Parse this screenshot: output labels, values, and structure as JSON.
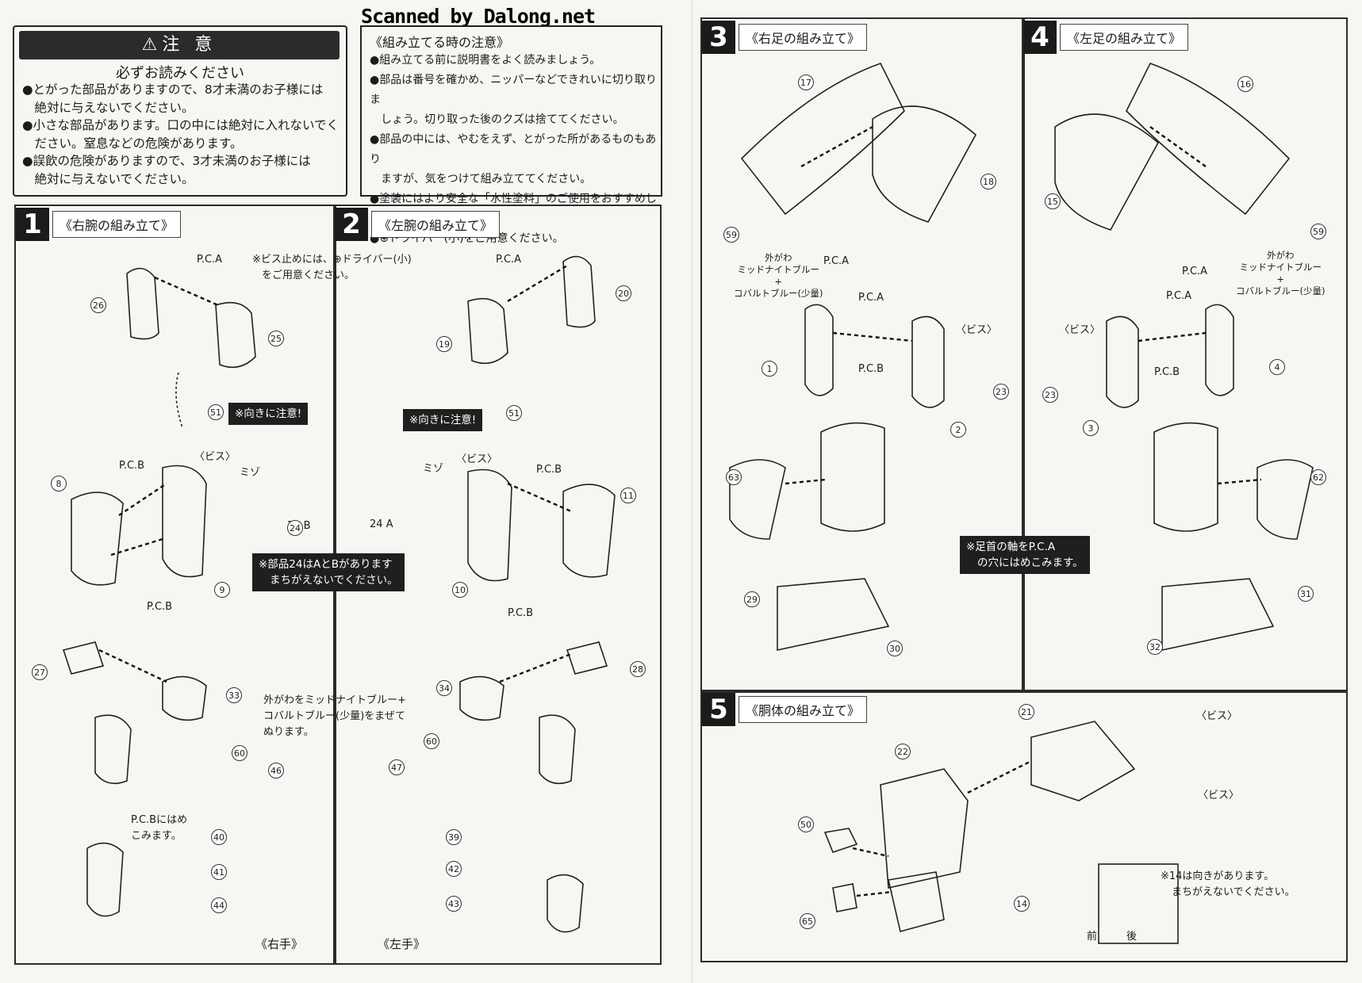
{
  "watermark": "Scanned by Dalong.net",
  "caution": {
    "header": "⚠注 意",
    "subheader": "必ずお読みください",
    "lines": [
      "●とがった部品がありますので、8才未満のお子様には",
      "　絶対に与えないでください。",
      "●小さな部品があります。口の中には絶対に入れないでく",
      "　ださい。窒息などの危険があります。",
      "●誤飲の危険がありますので、3才未満のお子様には",
      "　絶対に与えないでください。"
    ]
  },
  "assembly_note": {
    "title": "《組み立てる時の注意》",
    "lines": [
      "●組み立てる前に説明書をよく読みましょう。",
      "●部品は番号を確かめ、ニッパーなどできれいに切り取りま",
      "　しょう。切り取った後のクズは捨ててください。",
      "●部品の中には、やむをえず、とがった所があるものもあり",
      "　ますが、気をつけて組み立ててください。",
      "●塗装にはより安全な「水性塗料」のご使用をおすすめします。",
      "●⊕ドライバー(小)をご用意ください。"
    ]
  },
  "steps": [
    {
      "num": "1",
      "label": "《右腕の組み立て》"
    },
    {
      "num": "2",
      "label": "《左腕の組み立て》"
    },
    {
      "num": "3",
      "label": "《右足の組み立て》"
    },
    {
      "num": "4",
      "label": "《左足の組み立て》"
    },
    {
      "num": "5",
      "label": "《胴体の組み立て》"
    }
  ],
  "step1": {
    "screw_note": [
      "※ビス止めには、⊕ドライバー(小)",
      "をご用意ください。"
    ],
    "orientation_warn": "※向きに注意!",
    "part24_warn": [
      "※部品24はAとBがあります",
      "まちがえないでください。"
    ],
    "paint_note": [
      "外がわをミッドナイトブルー+",
      "コバルトブルー(少量)をまぜて",
      "ぬります。"
    ],
    "pcb_note": [
      "P.C.Bにはめ",
      "こみます。"
    ],
    "right_hand": "《右手》",
    "pc_a": "P.C.A",
    "pc_b": "P.C.B",
    "screw": "〈ビス〉",
    "groove": "ミゾ",
    "part_24b": "24 B"
  },
  "step2": {
    "orientation_warn": "※向きに注意!",
    "left_hand": "《左手》",
    "pc_a": "P.C.A",
    "pc_b": "P.C.B",
    "screw": "〈ビス〉",
    "groove": "ミゾ",
    "part_24a": "24 A"
  },
  "step3": {
    "pc_a": "P.C.A",
    "pc_b": "P.C.B",
    "screw": "〈ビス〉",
    "paint": [
      "外がわ",
      "ミッドナイトブルー",
      "+",
      "コバルトブルー(少量)"
    ]
  },
  "step4": {
    "pc_a": "P.C.A",
    "pc_b": "P.C.B",
    "screw": "〈ビス〉",
    "paint": [
      "外がわ",
      "ミッドナイトブルー",
      "+",
      "コバルトブルー(少量)"
    ],
    "ankle_warn": [
      "※足首の軸をP.C.A",
      "の穴にはめこみます。"
    ]
  },
  "step5": {
    "screw1": "〈ビス〉",
    "screw2": "〈ビス〉",
    "direction_note": [
      "※14は向きがあります。",
      "まちがえないでください。"
    ],
    "front": "前",
    "back": "後"
  },
  "part_numbers": {
    "s1": [
      "26",
      "25",
      "51",
      "8",
      "9",
      "24",
      "27",
      "33",
      "60",
      "46",
      "40",
      "41",
      "44"
    ],
    "s2": [
      "20",
      "19",
      "51",
      "11",
      "10",
      "28",
      "34",
      "60",
      "47",
      "39",
      "42",
      "43"
    ],
    "s3": [
      "17",
      "18",
      "59",
      "1",
      "2",
      "23",
      "63",
      "29",
      "30"
    ],
    "s4": [
      "16",
      "15",
      "59",
      "4",
      "3",
      "23",
      "62",
      "31",
      "32"
    ],
    "s5": [
      "21",
      "22",
      "50",
      "65",
      "14"
    ]
  }
}
